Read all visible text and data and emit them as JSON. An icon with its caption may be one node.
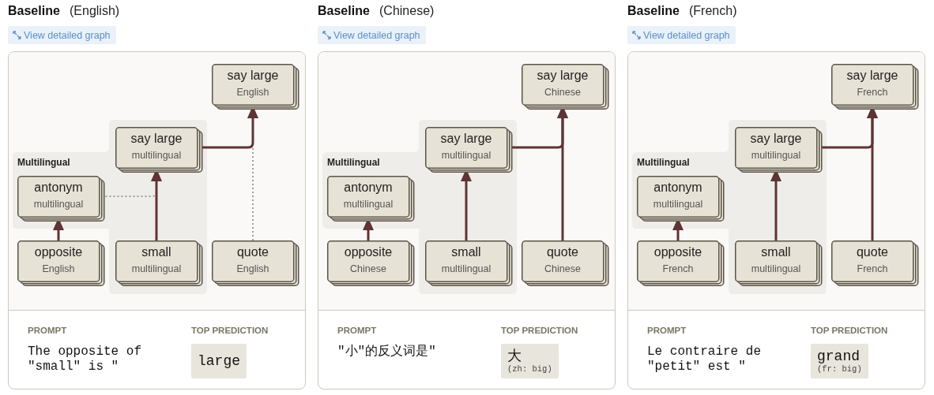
{
  "diagram": {
    "nodes": [
      {
        "text": [
          "say large",
          "English"
        ]
      },
      {
        "text": [
          "Multilingual"
        ]
      },
      {
        "text": [
          "say large",
          "multilingual"
        ],
        "in": 1
      },
      {
        "text": [
          "antonym",
          "multilingual"
        ],
        "in": 1
      },
      {
        "text": [
          "opposite",
          "English"
        ]
      },
      {
        "text": [
          "small",
          "multilingual"
        ],
        "in": 1
      },
      {
        "text": [
          "quote",
          "English"
        ]
      },
      {
        "text": [
          "say large",
          "Chinese"
        ]
      },
      {
        "text": [
          "Multilingual"
        ]
      },
      {
        "text": [
          "say large",
          "multilingual"
        ],
        "in": 8
      },
      {
        "text": [
          "antonym",
          "multilingual"
        ],
        "in": 8
      },
      {
        "text": [
          "opposite",
          "Chinese"
        ]
      },
      {
        "text": [
          "small",
          "multilingual"
        ],
        "in": 8
      },
      {
        "text": [
          "quote",
          "Chinese"
        ]
      },
      {
        "text": [
          "say large",
          "French"
        ]
      },
      {
        "text": [
          "Multilingual"
        ]
      },
      {
        "text": [
          "say large",
          "multilingual"
        ],
        "in": 15
      },
      {
        "text": [
          "antonym",
          "multilingual"
        ],
        "in": 15
      },
      {
        "text": [
          "opposite",
          "French"
        ]
      },
      {
        "text": [
          "small",
          "multilingual"
        ],
        "in": 15
      },
      {
        "text": [
          "quote",
          "French"
        ]
      }
    ],
    "edges": [
      {
        "from": 3,
        "to": 2,
        "arrow": "to",
        "style": "dashed",
        "color": "#9e9e9e"
      },
      {
        "from": 6,
        "to": 0,
        "arrow": "to",
        "style": "dashed",
        "color": "#9e9e9e"
      },
      {
        "from": 4,
        "to": 3,
        "arrow": "to"
      },
      {
        "from": 5,
        "to": 2,
        "arrow": "to"
      },
      {
        "from": 2,
        "to": 0,
        "arrow": "to"
      },
      {
        "from": 11,
        "to": 10,
        "arrow": "to"
      },
      {
        "from": 12,
        "to": 9,
        "arrow": "to"
      },
      {
        "from": 9,
        "to": 7,
        "arrow": "to"
      },
      {
        "from": 13,
        "to": 7,
        "arrow": "to"
      },
      {
        "from": 18,
        "to": 17,
        "arrow": "to"
      },
      {
        "from": 19,
        "to": 16,
        "arrow": "to"
      },
      {
        "from": 16,
        "to": 14,
        "arrow": "to"
      },
      {
        "from": 20,
        "to": 14,
        "arrow": "to"
      }
    ],
    "labels": [
      "Baseline",
      "(English)",
      "View detailed graph",
      "PROMPT",
      "TOP PREDICTION",
      "The opposite of \"small\" is \"",
      "large",
      "Baseline",
      "(Chinese)",
      "View detailed graph",
      "PROMPT",
      "TOP PREDICTION",
      "\"小\"的反义词是\"",
      "大",
      "(zh: big)",
      "Baseline",
      "(French)",
      "View detailed graph",
      "PROMPT",
      "TOP PREDICTION",
      "Le contraire de \"petit\" est \"",
      "grand",
      "(fr: big)"
    ]
  }
}
